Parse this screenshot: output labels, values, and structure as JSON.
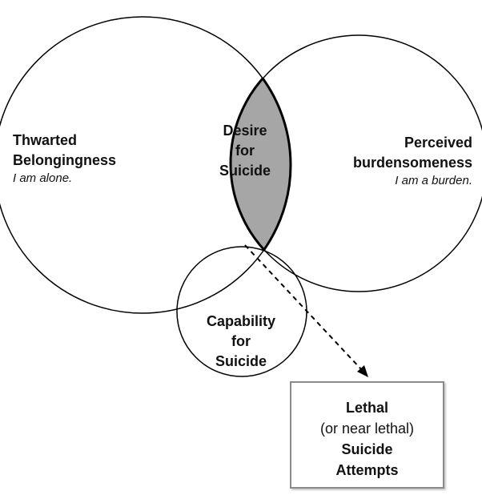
{
  "circles": {
    "thwarted": {
      "title_line1": "Thwarted",
      "title_line2": "Belongingness",
      "subtitle": "I am alone."
    },
    "burden": {
      "title_line1": "Perceived",
      "title_line2": "burdensomeness",
      "subtitle": "I am a burden."
    },
    "capability": {
      "line1": "Capability",
      "line2": "for",
      "line3": "Suicide"
    }
  },
  "intersection": {
    "line1": "Desire",
    "line2": "for",
    "line3": "Suicide"
  },
  "outcome": {
    "line1": "Lethal",
    "line2": "(or near lethal)",
    "line3": "Suicide",
    "line4": "Attempts"
  },
  "colors": {
    "desire_fill": "#a6a6a6",
    "attempt_fill": "#3a3a3a",
    "outline": "#000000"
  }
}
